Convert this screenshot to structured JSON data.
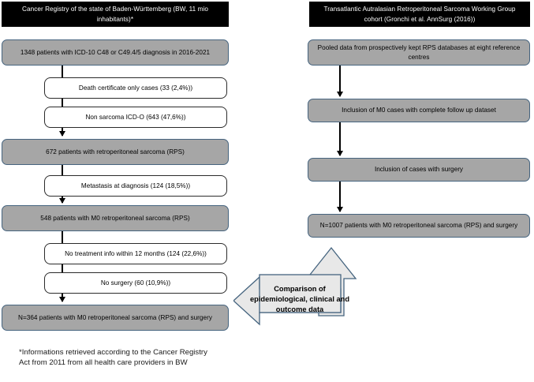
{
  "figure": {
    "type": "flowchart",
    "columns": [
      {
        "id": "left",
        "header": "Cancer Registry of the state of Baden-Württemberg (BW, 11 mio inhabitants)*",
        "nodes": [
          {
            "kind": "included",
            "label": "1348 patients with ICD-10 C48 or C49.4/5 diagnosis in 2016-2021"
          },
          {
            "kind": "excluded",
            "label": "Death certificate only cases (33 (2,4%))"
          },
          {
            "kind": "excluded",
            "label": "Non sarcoma ICD-O (643 (47,6%))"
          },
          {
            "kind": "included",
            "label": "672 patients with retroperitoneal sarcoma (RPS)"
          },
          {
            "kind": "excluded",
            "label": "Metastasis at diagnosis (124 (18,5%))"
          },
          {
            "kind": "included",
            "label": "548 patients with M0 retroperitoneal sarcoma (RPS)"
          },
          {
            "kind": "excluded",
            "label": "No treatment info within 12 months (124 (22,6%))"
          },
          {
            "kind": "excluded",
            "label": "No surgery (60 (10,9%))"
          },
          {
            "kind": "included",
            "label": "N=364 patients with M0 retroperitoneal sarcoma (RPS) and surgery"
          }
        ],
        "footnote": "*Informations retrieved according to the Cancer Registry Act from 2011 from all health care providers in BW"
      },
      {
        "id": "right",
        "header": "Transatlantic Autralasian Retroperitoneal Sarcoma Working Group cohort (Gronchi et al. AnnSurg (2016))",
        "nodes": [
          {
            "kind": "included",
            "label": "Pooled data from prospectively kept RPS databases at eight reference centres"
          },
          {
            "kind": "included",
            "label": "Inclusion of M0 cases with complete follow up dataset"
          },
          {
            "kind": "included",
            "label": "Inclusion of cases with surgery"
          },
          {
            "kind": "included",
            "label": "N=1007 patients with M0 retroperitoneal sarcoma (RPS) and surgery"
          }
        ]
      }
    ],
    "comparison": {
      "label": "Comparison of epidemiological, clinical and outcome data"
    },
    "colors": {
      "header_bg": "#000000",
      "header_text": "#ffffff",
      "included_fill": "#a6a6a6",
      "excluded_fill": "#ffffff",
      "box_border": "#46647f",
      "connector": "#000000",
      "comparison_fill": "#e8e8e8",
      "comparison_border": "#45647f"
    }
  }
}
